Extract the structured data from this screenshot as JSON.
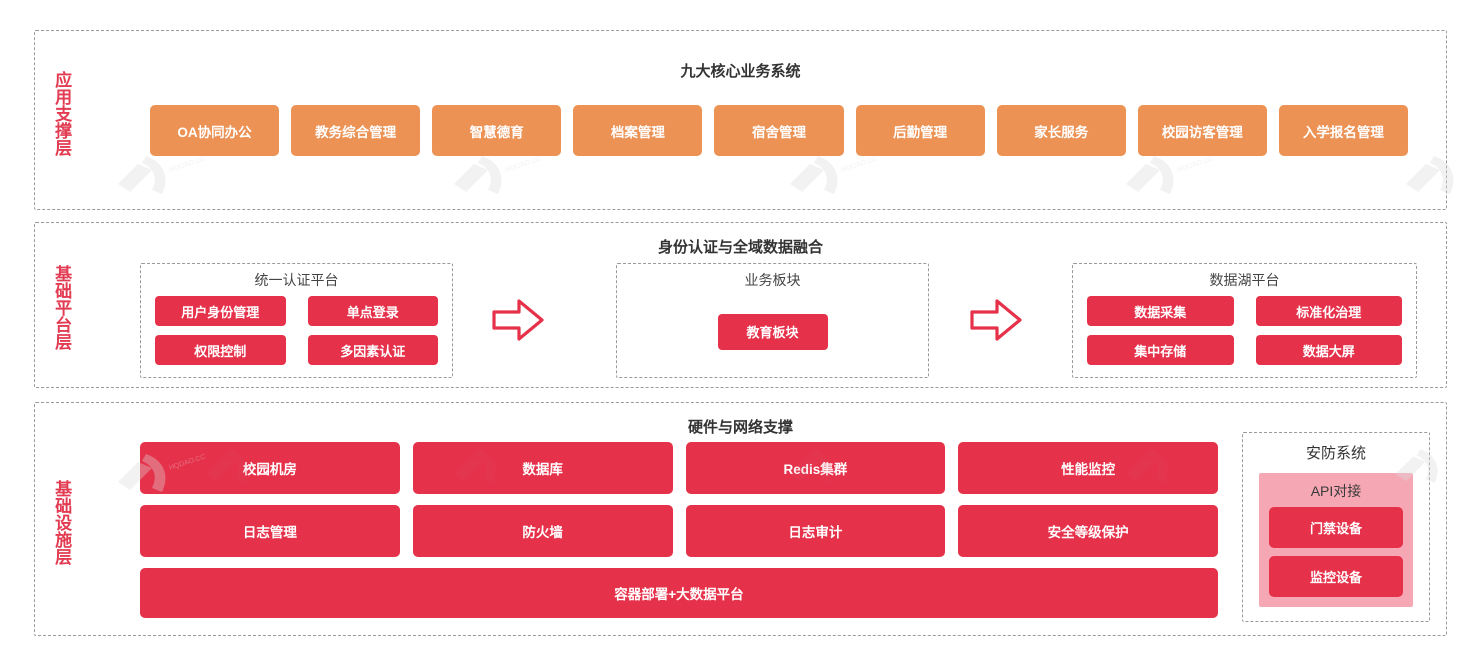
{
  "colors": {
    "orange": "#ec9254",
    "red": "#e6314a",
    "pink": "#f5a8b4",
    "dash": "#9a9a9a",
    "label_red": "#e23b52"
  },
  "layers": {
    "application": {
      "side_label": "应用支撑层",
      "title": "九大核心业务系统",
      "systems": [
        "OA协同办公",
        "教务综合管理",
        "智慧德育",
        "档案管理",
        "宿舍管理",
        "后勤管理",
        "家长服务",
        "校园访客管理",
        "入学报名管理"
      ]
    },
    "platform": {
      "side_label": "基础平台层",
      "title": "身份认证与全域数据融合",
      "auth_panel": {
        "title": "统一认证平台",
        "items": [
          "用户身份管理",
          "单点登录",
          "权限控制",
          "多因素认证"
        ]
      },
      "business_panel": {
        "title": "业务板块",
        "items": [
          "教育板块"
        ]
      },
      "lake_panel": {
        "title": "数据湖平台",
        "items": [
          "数据采集",
          "标准化治理",
          "集中存储",
          "数据大屏"
        ]
      },
      "arrows": [
        "arrow-right-1",
        "arrow-right-2"
      ]
    },
    "infrastructure": {
      "side_label": "基础设施层",
      "title": "硬件与网络支撑",
      "row1": [
        "校园机房",
        "数据库",
        "Redis集群",
        "性能监控"
      ],
      "row2": [
        "日志管理",
        "防火墙",
        "日志审计",
        "安全等级保护"
      ],
      "wide": "容器部署+大数据平台",
      "security_panel": {
        "title": "安防系统",
        "api_title": "API对接",
        "devices": [
          "门禁设备",
          "监控设备"
        ]
      }
    }
  }
}
